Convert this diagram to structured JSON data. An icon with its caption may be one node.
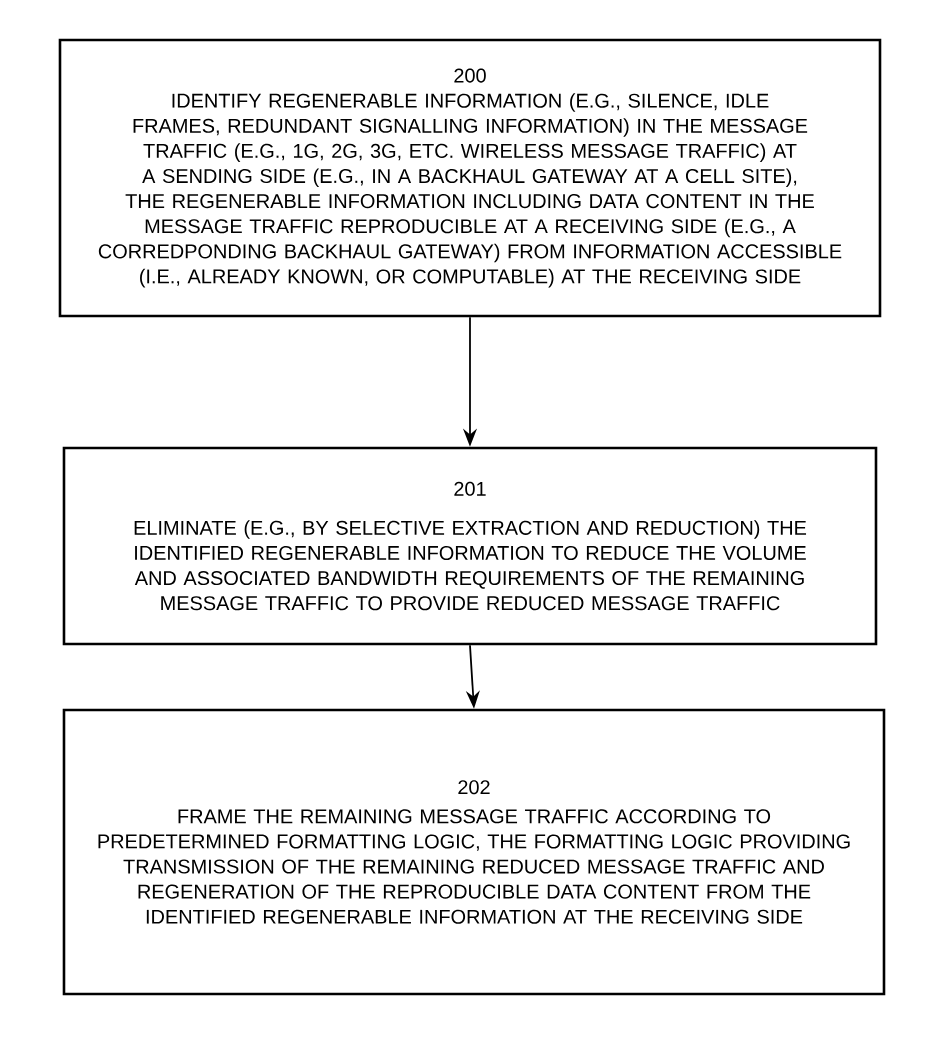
{
  "diagram": {
    "nodes": [
      {
        "text": [
          "200",
          "IDENTIFY REGENERABLE INFORMATION (E.G., SILENCE, IDLE FRAMES, REDUNDANT SIGNALLING INFORMATION) IN THE MESSAGE TRAFFIC (E.G., 1G, 2G, 3G, ETC. WIRELESS MESSAGE TRAFFIC) AT A SENDING SIDE (E.G., IN A BACKHAUL GATEWAY AT A CELL SITE), THE REGENERABLE INFORMATION INCLUDING DATA CONTENT IN THE MESSAGE TRAFFIC REPRODUCIBLE AT A RECEIVING SIDE (E.G., A CORREDPONDING BACKHAUL GATEWAY) FROM INFORMATION ACCESSIBLE (I.E., ALREADY KNOWN, OR COMPUTABLE) AT THE RECEIVING SIDE"
        ]
      },
      {
        "text": [
          "201",
          "ELIMINATE (E.G., BY SELECTIVE EXTRACTION AND REDUCTION) THE IDENTIFIED REGENERABLE INFORMATION TO REDUCE THE VOLUME AND ASSOCIATED BANDWIDTH REQUIREMENTS OF THE REMAINING MESSAGE TRAFFIC TO PROVIDE REDUCED MESSAGE TRAFFIC"
        ]
      },
      {
        "text": [
          "202",
          "FRAME THE REMAINING MESSAGE TRAFFIC ACCORDING TO PREDETERMINED FORMATTING LOGIC, THE FORMATTING LOGIC PROVIDING TRANSMISSION OF THE REMAINING REDUCED MESSAGE TRAFFIC AND REGENERATION OF THE REPRODUCIBLE DATA CONTENT FROM THE IDENTIFIED REGENERABLE INFORMATION AT THE RECEIVING SIDE"
        ]
      }
    ],
    "edges": [
      {
        "from": 0,
        "to": 1,
        "arrow": "to"
      },
      {
        "from": 1,
        "to": 2,
        "arrow": "to"
      }
    ]
  }
}
